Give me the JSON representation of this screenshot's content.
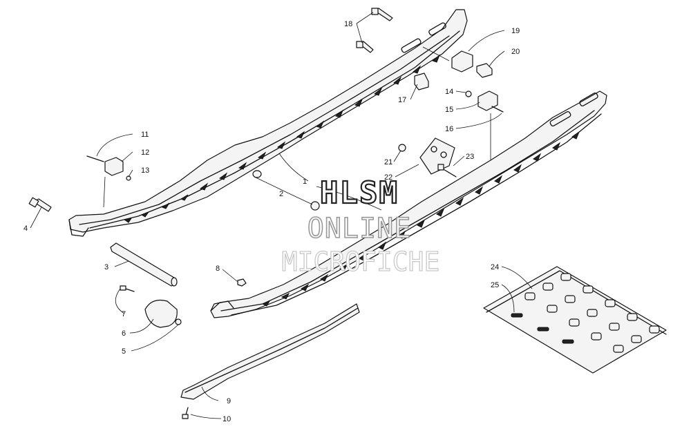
{
  "watermark": {
    "line1": "HLSM",
    "line2": "ONLINE",
    "line3": "MICROFICHE"
  },
  "callouts": [
    "1",
    "2",
    "3",
    "4",
    "5",
    "6",
    "7",
    "8",
    "9",
    "10",
    "11",
    "12",
    "13",
    "14",
    "15",
    "16",
    "17",
    "18",
    "19",
    "20",
    "21",
    "22",
    "23",
    "24",
    "25"
  ]
}
